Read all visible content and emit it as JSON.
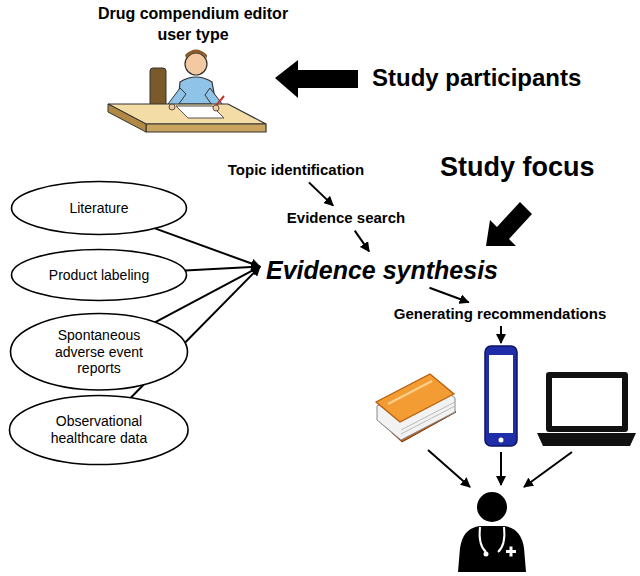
{
  "diagram": {
    "nodes": [
      {
        "text": [
          "Literature"
        ]
      },
      {
        "text": [
          "Product labeling"
        ]
      },
      {
        "text": [
          "Spontaneous adverse event reports"
        ]
      },
      {
        "text": [
          "Observational healthcare data"
        ]
      },
      {
        "text": [
          "Topic identification"
        ]
      },
      {
        "text": [
          "Evidence search"
        ]
      },
      {
        "text": [
          "Evidence synthesis"
        ]
      },
      {
        "text": [
          "Generating recommendations"
        ]
      }
    ],
    "edges": [
      {
        "from": 4,
        "to": 5,
        "arrow": "to"
      },
      {
        "from": 5,
        "to": 6,
        "arrow": "to"
      },
      {
        "from": 6,
        "to": 7,
        "arrow": "to"
      },
      {
        "from": 0,
        "to": 6,
        "arrow": "to"
      },
      {
        "from": 1,
        "to": 6,
        "arrow": "to"
      },
      {
        "from": 2,
        "to": 6,
        "arrow": "to"
      },
      {
        "from": 3,
        "to": 6,
        "arrow": "to"
      }
    ],
    "labels": [
      "Drug compendium editor user type",
      "Study participants",
      "Study focus"
    ]
  }
}
